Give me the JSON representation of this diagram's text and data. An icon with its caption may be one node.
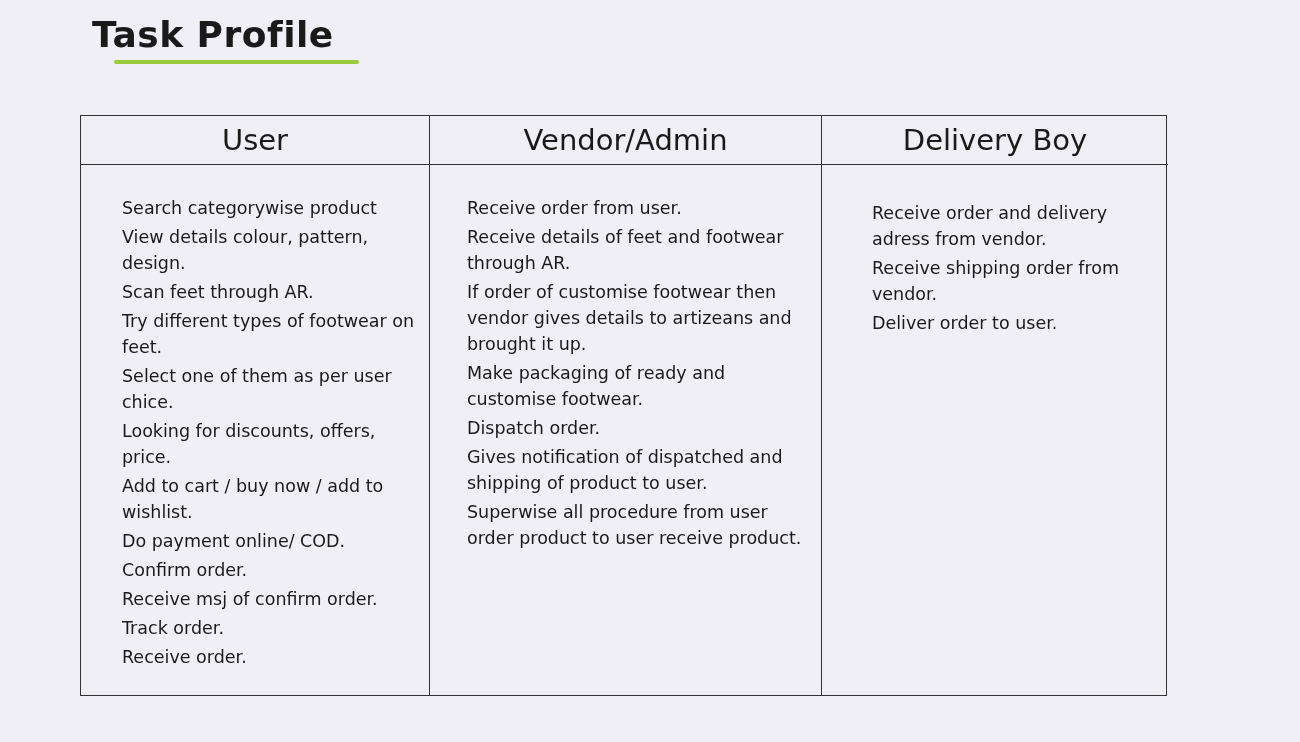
{
  "diagram": {
    "title": "Task Profile",
    "nodes": [
      {
        "text": [
          "User",
          "Search categorywise product",
          "View details colour, pattern, design.",
          "Scan feet through AR.",
          "Try different types of footwear on feet.",
          "Select one of them as per user chice.",
          "Looking for discounts, offers, price.",
          "Add to cart / buy now / add to wishlist.",
          "Do payment online/ COD.",
          "Confirm order.",
          "Receive msj of confirm order.",
          "Track order.",
          "Receive order."
        ]
      },
      {
        "text": [
          "Vendor/Admin",
          "Receive order from user.",
          "Receive details of feet and footwear through AR.",
          "If order of customise footwear then vendor gives details to artizeans and brought it up.",
          "Make packaging of ready and customise footwear.",
          "Dispatch order.",
          "Gives notification of dispatched and shipping of product to user.",
          "Superwise all procedure from user order product to user receive product."
        ]
      },
      {
        "text": [
          "Delivery Boy",
          "Receive order and delivery adress from vendor.",
          "Receive shipping order from vendor.",
          "Deliver order to user."
        ]
      }
    ]
  }
}
